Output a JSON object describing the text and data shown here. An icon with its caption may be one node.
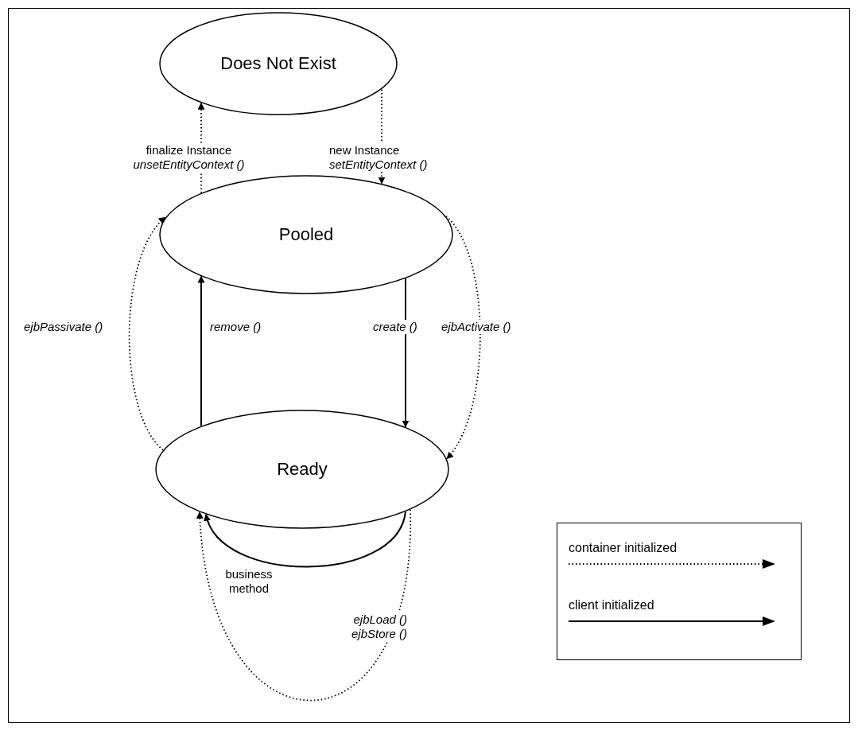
{
  "diagram": {
    "nodes": [
      {
        "text": [
          "Does Not Exist"
        ]
      },
      {
        "text": [
          "Pooled"
        ]
      },
      {
        "text": [
          "Ready"
        ]
      }
    ],
    "edges": [
      {
        "from": 1,
        "to": 0,
        "arrow": "to",
        "label": "finalize Instance *unsetEntityContext ()*",
        "style": "dashed"
      },
      {
        "from": 0,
        "to": 1,
        "arrow": "to",
        "label": "new Instance *setEntityContext ()*",
        "style": "dashed"
      },
      {
        "from": 2,
        "to": 1,
        "arrow": "to",
        "label": "ejbPassivate ()",
        "style": "dashed"
      },
      {
        "from": 2,
        "to": 1,
        "arrow": "to",
        "label": "remove ()"
      },
      {
        "from": 1,
        "to": 2,
        "arrow": "to",
        "label": "create ()"
      },
      {
        "from": 1,
        "to": 2,
        "arrow": "to",
        "label": "ejbActivate ()",
        "style": "dashed"
      },
      {
        "from": 2,
        "to": 2,
        "arrow": "to",
        "label": "business method"
      },
      {
        "from": 2,
        "to": 2,
        "arrow": "to",
        "label": "ejbLoad () ejbStore ()",
        "style": "dashed"
      }
    ],
    "legend": [
      {
        "text": "container initialized"
      },
      {
        "text": "client initialized"
      }
    ]
  }
}
